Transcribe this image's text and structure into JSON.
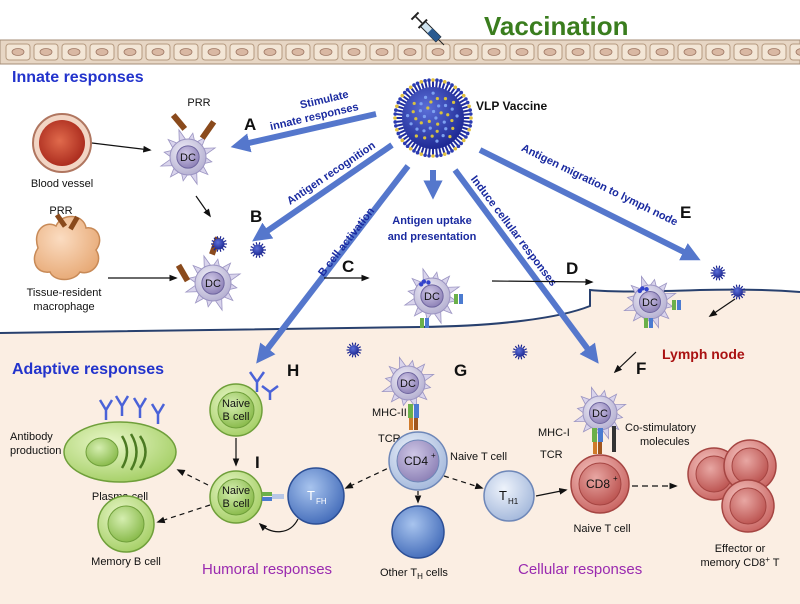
{
  "title": "Vaccination",
  "sections": {
    "innate": "Innate responses",
    "adaptive": "Adaptive responses"
  },
  "vaccine": "VLP Vaccine",
  "step_letters": {
    "a": "A",
    "b": "B",
    "c": "C",
    "d": "D",
    "e": "E",
    "f": "F",
    "g": "G",
    "h": "H",
    "i": "I"
  },
  "arrow_labels": {
    "stimulate_1": "Stimulate",
    "stimulate_2": "innate responses",
    "antigen_recognition": "Antigen recognition",
    "b_cell_activation": "B cell activation",
    "uptake_1": "Antigen uptake",
    "uptake_2": "and presentation",
    "induce_cellular": "Induce cellular responses",
    "migration": "Antigen migration to lymph node"
  },
  "cells": {
    "dc": "DC",
    "prr": "PRR",
    "blood_vessel": "Blood vessel",
    "macrophage_1": "Tissue-resident",
    "macrophage_2": "macrophage",
    "lymph_node": "Lymph node",
    "naive_b_1": "Naive",
    "naive_b_2": "B cell",
    "antibody_1": "Antibody",
    "antibody_2": "production",
    "plasma_cell": "Plasma cell",
    "memory_b_cell": "Memory B cell",
    "tfh_main": "T",
    "tfh_sub": "FH",
    "mhc2": "MHC-II",
    "tcr": "TCR",
    "cd4_main": "CD4",
    "cd4_sup": "+",
    "naive_t_cell": "Naive T cell",
    "th1_main": "T",
    "th1_sub": "H1",
    "other_th_pre": "Other T",
    "other_th_sub": "H",
    "other_th_post": " cells",
    "mhc1": "MHC-I",
    "costim_1": "Co-stimulatory",
    "costim_2": "molecules",
    "cd8_main": "CD8",
    "cd8_sup": "+",
    "effector_1": "Effector or",
    "effector_2_pre": "memory CD8",
    "effector_2_sup": "+",
    "effector_2_post": " T"
  },
  "responses": {
    "humoral": "Humoral responses",
    "cellular": "Cellular responses"
  },
  "colors": {
    "title_green": "#3a7d1e",
    "section_blue": "#2233cc",
    "arrow_blue": "#5577cc",
    "lymph_red": "#aa1111",
    "response_purple": "#9a2ab0",
    "tissue_bg": "#fbeee3",
    "membrane": "#28406e"
  }
}
